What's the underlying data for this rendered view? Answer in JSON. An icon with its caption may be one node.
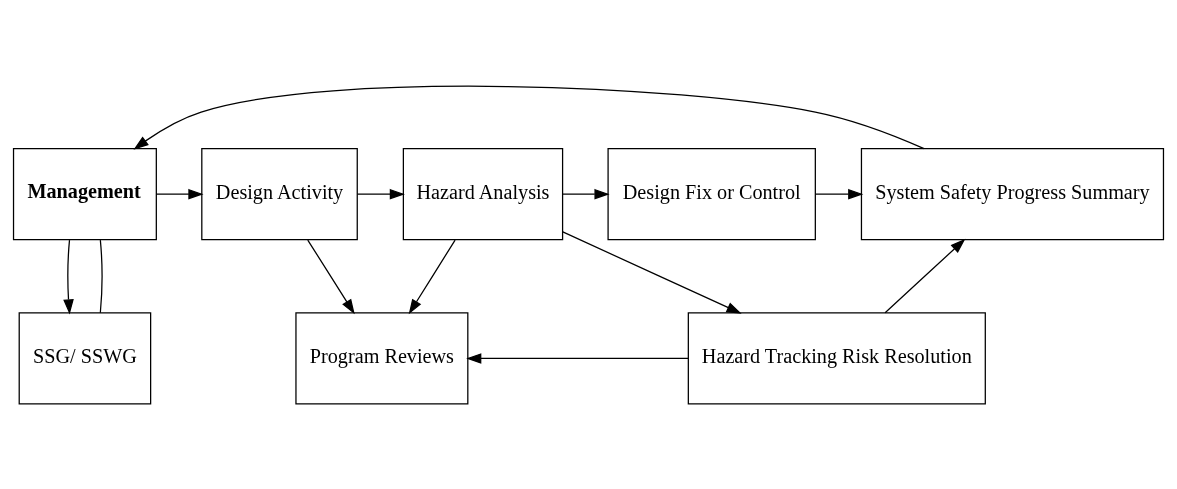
{
  "diagram": {
    "nodes": [
      {
        "text": [
          "Management"
        ]
      },
      {
        "text": [
          "Design Activity"
        ]
      },
      {
        "text": [
          "Hazard Analysis"
        ]
      },
      {
        "text": [
          "Design Fix or Control"
        ]
      },
      {
        "text": [
          "System Safety Progress Summary"
        ]
      },
      {
        "text": [
          "SSG/ SSWG"
        ]
      },
      {
        "text": [
          "Program Reviews"
        ]
      },
      {
        "text": [
          "Hazard Tracking Risk Resolution"
        ]
      }
    ],
    "edges": [
      {
        "from": 0,
        "to": 1,
        "arrow": "to"
      },
      {
        "from": 1,
        "to": 2,
        "arrow": "to"
      },
      {
        "from": 2,
        "to": 3,
        "arrow": "to"
      },
      {
        "from": 3,
        "to": 4,
        "arrow": "to"
      },
      {
        "from": 4,
        "to": 0,
        "arrow": "to"
      },
      {
        "from": 0,
        "to": 5,
        "arrow": "to"
      },
      {
        "from": 5,
        "to": 0,
        "arrow": "none"
      },
      {
        "from": 1,
        "to": 6,
        "arrow": "to"
      },
      {
        "from": 2,
        "to": 6,
        "arrow": "to"
      },
      {
        "from": 2,
        "to": 7,
        "arrow": "to"
      },
      {
        "from": 7,
        "to": 6,
        "arrow": "to"
      },
      {
        "from": 7,
        "to": 4,
        "arrow": "to"
      }
    ]
  }
}
